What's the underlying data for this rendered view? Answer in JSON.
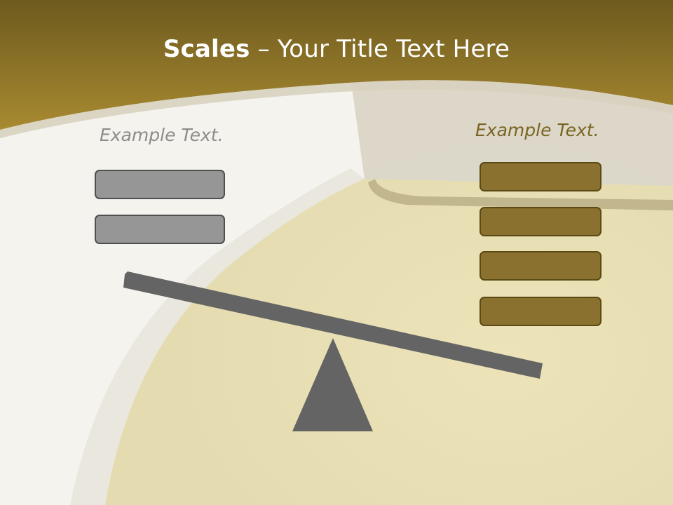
{
  "slide": {
    "title_bold": "Scales",
    "title_rest": " – Your Title Text Here"
  },
  "left": {
    "label": "Example Text.",
    "box_count": 2,
    "color": "#969696"
  },
  "right": {
    "label": "Example Text.",
    "box_count": 4,
    "color": "#8b7130"
  },
  "colors": {
    "header": "#927526",
    "scale": "#646464"
  }
}
